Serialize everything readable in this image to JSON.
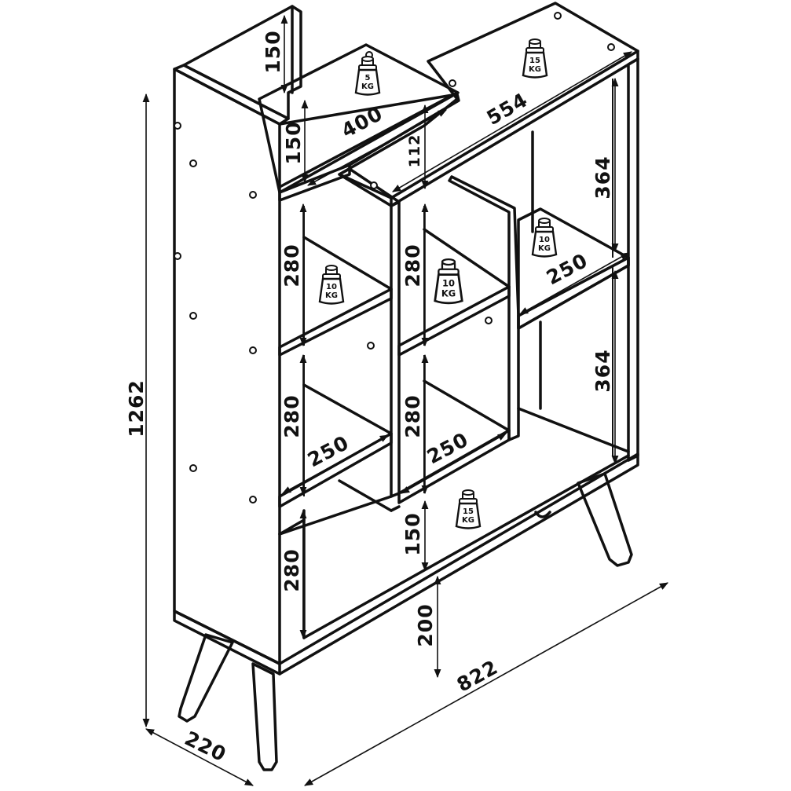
{
  "diagram": {
    "dimensions": {
      "total_height": "1262",
      "depth": "220",
      "total_width": "822",
      "top_left_upright": "150",
      "top_left_cubby_height": "150",
      "top_left_shelf_width": "400",
      "top_right_offset": "112",
      "top_right_shelf_width": "554",
      "right_upper_height": "364",
      "right_lower_height": "364",
      "right_shelf_depth": "250",
      "left_cubby_1_height": "280",
      "left_cubby_2_height": "280",
      "left_cubby_3_height": "280",
      "left_shelf_depth": "250",
      "middle_cubby_1_height": "280",
      "middle_cubby_2_height": "280",
      "middle_shelf_depth": "250",
      "middle_bottom_height": "150",
      "leg_height": "200"
    },
    "load_weights": [
      {
        "value": "5",
        "unit": "KG"
      },
      {
        "value": "15",
        "unit": "KG"
      },
      {
        "value": "10",
        "unit": "KG"
      },
      {
        "value": "10",
        "unit": "KG"
      },
      {
        "value": "10",
        "unit": "KG"
      },
      {
        "value": "15",
        "unit": "KG"
      }
    ]
  }
}
